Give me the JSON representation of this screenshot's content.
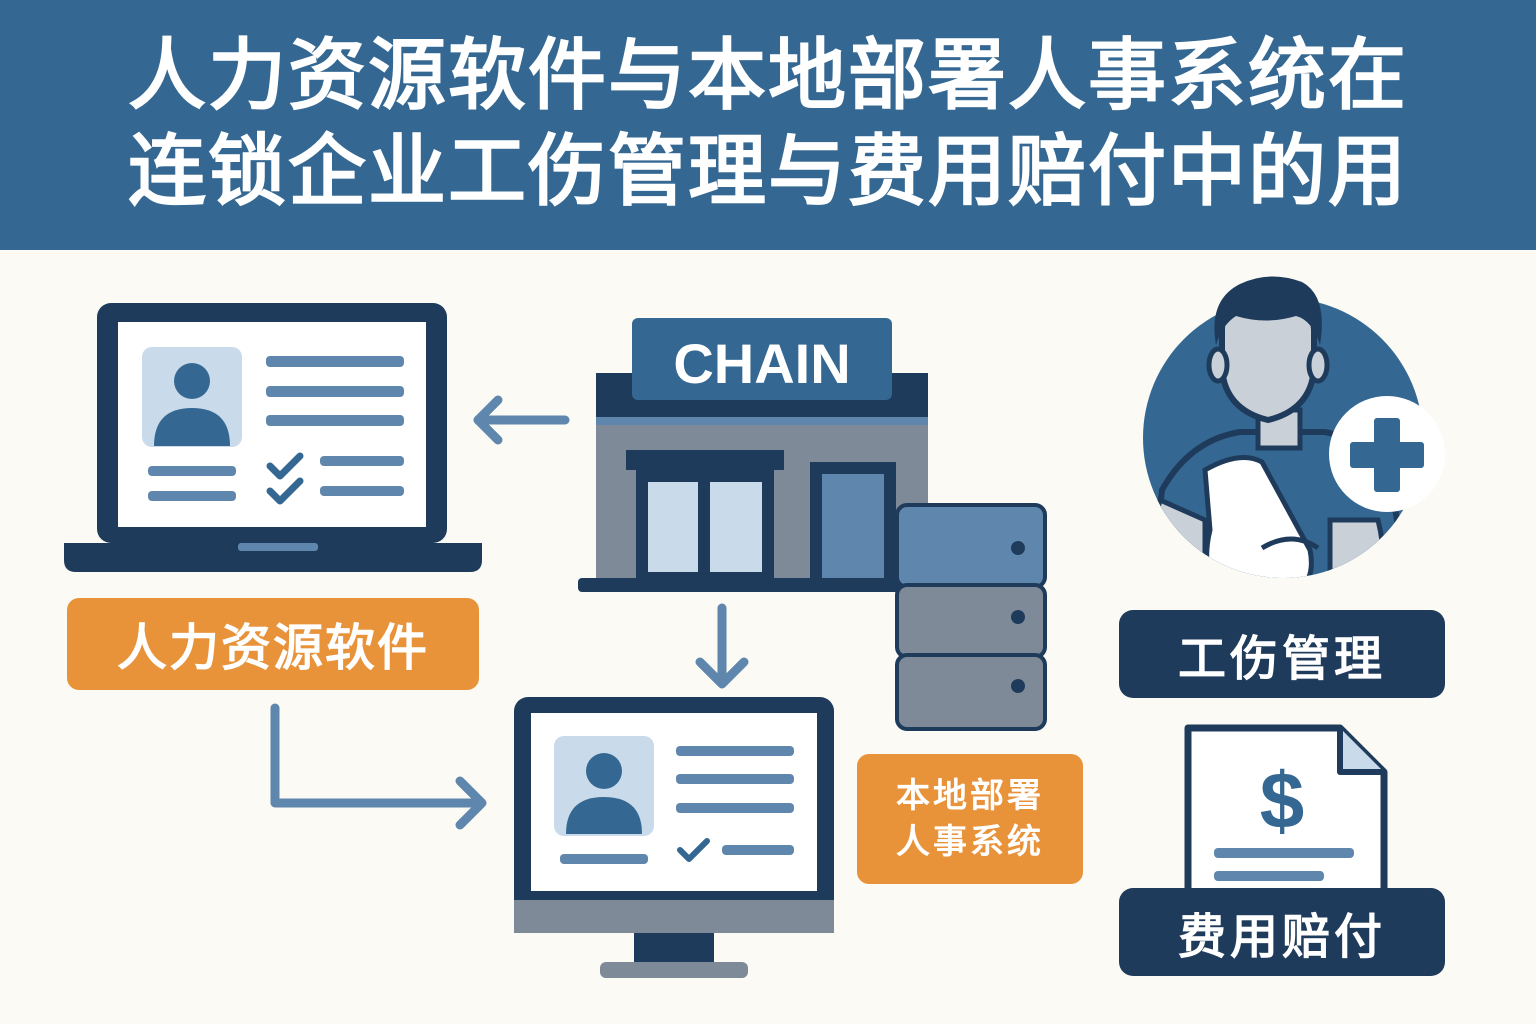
{
  "title": {
    "line1": "人力资源软件与本地部署人事系统在",
    "line2": "连锁企业工伤管理与费用赔付中的用"
  },
  "store": {
    "sign": "CHAIN"
  },
  "labels": {
    "hr_software": "人力资源软件",
    "local_hr_line1": "本地部署",
    "local_hr_line2": "人事系统",
    "injury_management": "工伤管理",
    "expense_payment": "费用赔付"
  },
  "document": {
    "currency_symbol": "$"
  },
  "colors": {
    "header_bg": "#346892",
    "page_bg": "#fbfaf4",
    "navy": "#1f3b5c",
    "blue": "#346892",
    "steel": "#5f86ad",
    "light_blue": "#c9dbeb",
    "gray": "#7f8a98",
    "orange": "#e8923a"
  },
  "icons": [
    "laptop-icon",
    "store-icon",
    "server-icon",
    "injured-person-icon",
    "medical-plus-icon",
    "desktop-monitor-icon",
    "invoice-document-icon",
    "dollar-icon",
    "checkmark-icon",
    "arrow-icon"
  ]
}
